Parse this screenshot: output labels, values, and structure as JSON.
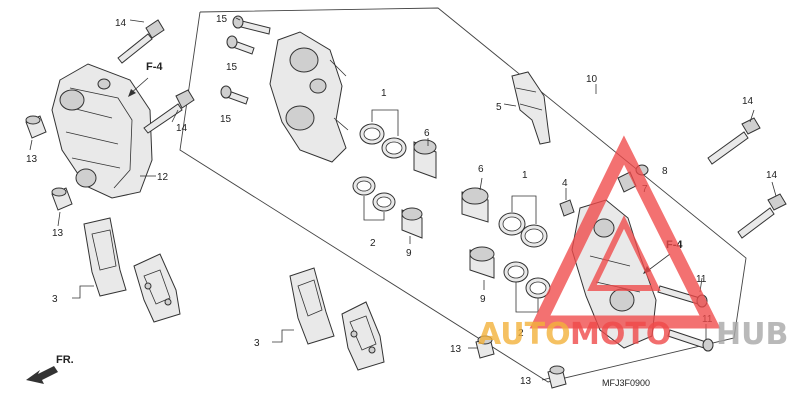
{
  "labels": {
    "c1a": "1",
    "c1b": "1",
    "c2a": "2",
    "c2b": "2",
    "c3a": "3",
    "c3b": "3",
    "c4": "4",
    "c5": "5",
    "c6a": "6",
    "c6b": "6",
    "c7": "7",
    "c8": "8",
    "c9a": "9",
    "c9b": "9",
    "c10": "10",
    "c11a": "11",
    "c11b": "11",
    "c12": "12",
    "c13a": "13",
    "c13b": "13",
    "c13c": "13",
    "c13d": "13",
    "c14a": "14",
    "c14b": "14",
    "c14c": "14",
    "c14d": "14",
    "c15a": "15",
    "c15b": "15",
    "c15c": "15"
  },
  "refs": {
    "f4_left": "F-4",
    "f4_right": "F-4",
    "front": "FR."
  },
  "diagram_code": "MFJ3F0900",
  "watermark": {
    "auto": "AUTO",
    "moto": "MOTO",
    "hub": "HUB"
  },
  "colors": {
    "watermark_red": "#f04a4a",
    "watermark_orange": "#f3b23c",
    "watermark_gray": "#a8a8a8"
  }
}
